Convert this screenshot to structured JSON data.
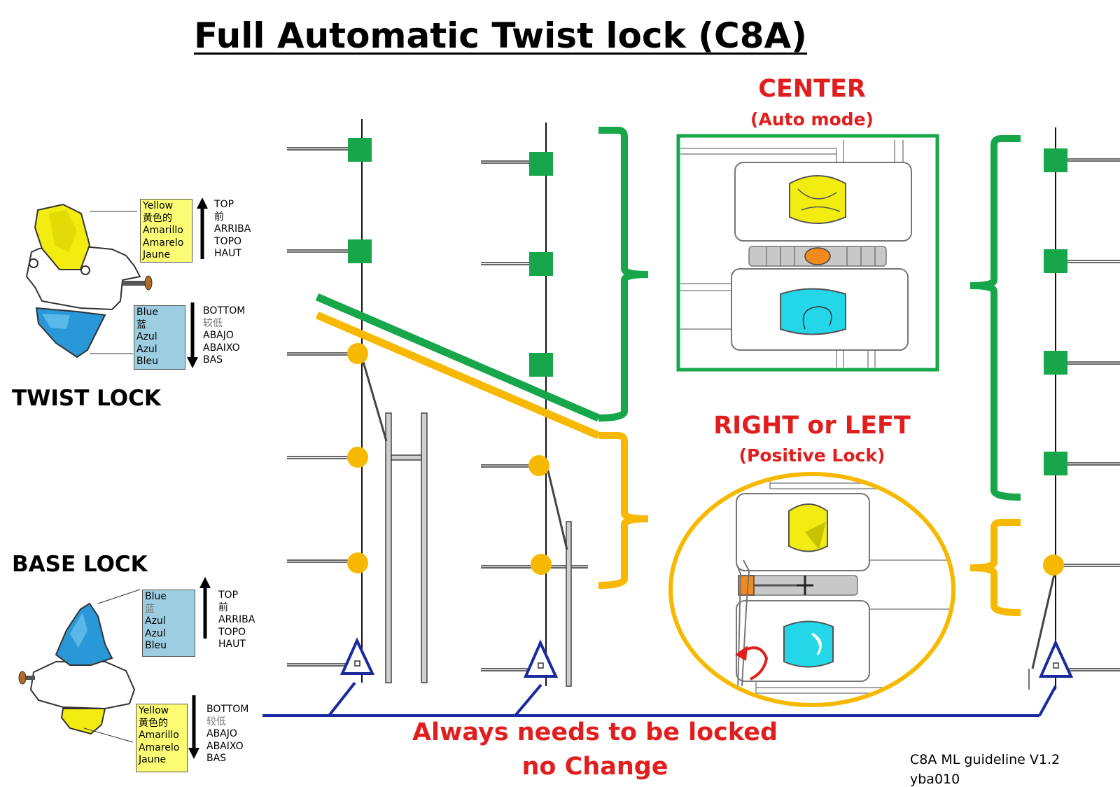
{
  "title": "Full Automatic Twist lock (C8A)",
  "center": {
    "heading": "CENTER",
    "sub": "(Auto mode)"
  },
  "right_left": {
    "heading": "RIGHT or LEFT",
    "sub": "(Positive Lock)"
  },
  "always": {
    "line1": "Always needs to be locked",
    "line2": "no Change"
  },
  "twist_lock": {
    "label": "TWIST LOCK",
    "top_colors": [
      "Yellow",
      "黄色的",
      "Amarillo",
      "Amarelo",
      "Jaune"
    ],
    "top_dirs": [
      "TOP",
      "前",
      "ARRIBA",
      "TOPO",
      "HAUT"
    ],
    "bottom_colors": [
      "Blue",
      "蓝",
      "Azul",
      "Azul",
      "Bleu"
    ],
    "bottom_dirs": [
      "BOTTOM",
      "较低",
      "ABAJO",
      "ABAIXO",
      "BAS"
    ]
  },
  "base_lock": {
    "label": "BASE LOCK",
    "top_colors": [
      "Blue",
      "蓝",
      "Azul",
      "Azul",
      "Bleu"
    ],
    "top_dirs": [
      "TOP",
      "前",
      "ARRIBA",
      "TOPO",
      "HAUT"
    ],
    "bottom_colors": [
      "Yellow",
      "黄色的",
      "Amarillo",
      "Amarelo",
      "Jaune"
    ],
    "bottom_dirs": [
      "BOTTOM",
      "较低",
      "ABAJO",
      "ABAIXO",
      "BAS"
    ]
  },
  "footer": {
    "line1": "C8A ML  guideline V1.2",
    "line2": "yba010"
  },
  "colors": {
    "green": "#17a64a",
    "yellow": "#f7b900",
    "navy": "#1a2a9e",
    "red": "#e01e1e",
    "lock_yellow": "#f2ec10",
    "lock_cyan": "#23d6e8",
    "pin_orange": "#f28a1e"
  }
}
